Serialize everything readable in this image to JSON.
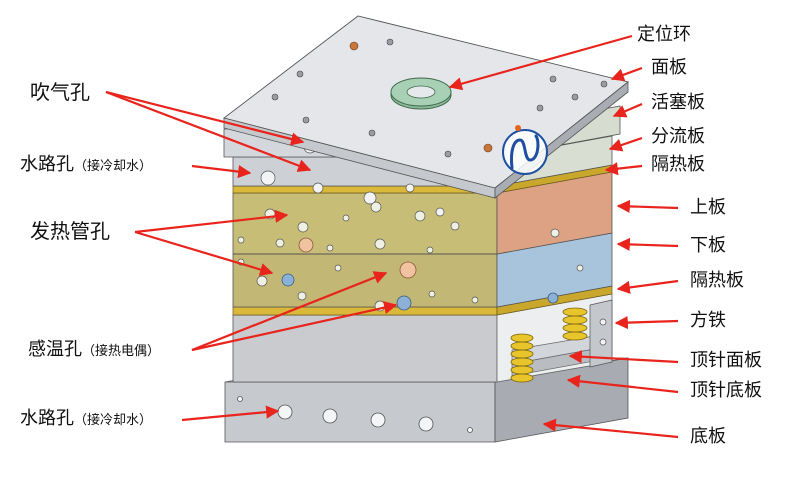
{
  "labels": {
    "locating_ring": "定位环",
    "face_plate": "面板",
    "piston_plate": "活塞板",
    "manifold_plate": "分流板",
    "insulation_plate_top": "隔热板",
    "upper_plate": "上板",
    "lower_plate": "下板",
    "insulation_plate_bottom": "隔热板",
    "spacer_block": "方铁",
    "ejector_retainer_plate": "顶针面板",
    "ejector_base_plate": "顶针底板",
    "bottom_plate": "底板",
    "air_hole": "吹气孔",
    "water_hole_top": "水路孔",
    "water_hole_top_note": "（接冷却水）",
    "heater_hole": "发热管孔",
    "sensor_hole": "感温孔",
    "sensor_hole_note": "（接热电偶）",
    "water_hole_bottom": "水路孔",
    "water_hole_bottom_note": "（接冷却水）"
  },
  "colors": {
    "arrow": "#e8241c",
    "plate_gray": "#c8cbd0",
    "plate_light": "#e3e5e8",
    "plate_dark": "#9fa3a9",
    "manifold_green": "#d8dfd2",
    "insulation_gold": "#d9b83a",
    "upper_orange": "#dca283",
    "upper_olive": "#c2b774",
    "lower_blue": "#a8c4dc",
    "spring_yellow": "#e8c52a",
    "locating_ring": "#9cc3a8"
  },
  "icons": [
    "logo-icon"
  ]
}
